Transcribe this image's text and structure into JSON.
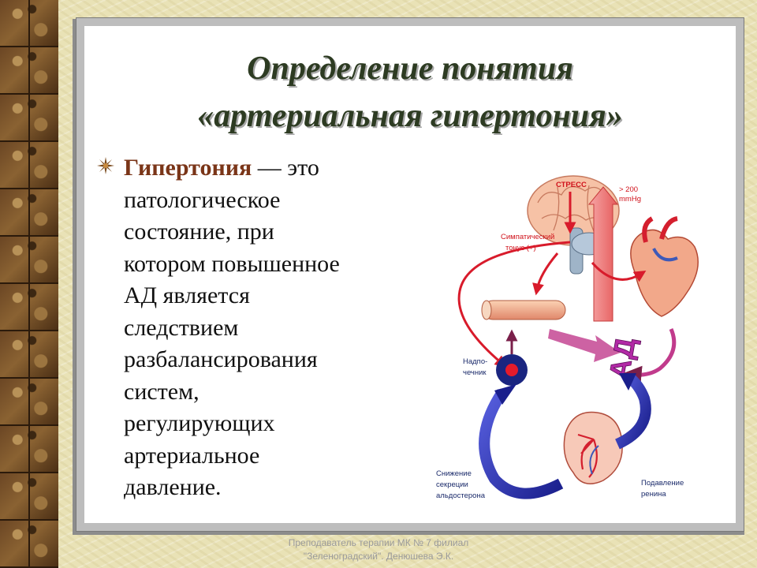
{
  "slide": {
    "title_line1": "Определение понятия",
    "title_line2": "«артериальная гипертония»",
    "body": {
      "term": "Гипертония",
      "after_term": " — это",
      "lines": [
        "патологическое",
        "состояние, при",
        "котором повышенное",
        "АД  является",
        "следствием",
        "разбалансирования",
        "систем,",
        "регулирующих",
        "артериальное",
        "давление."
      ]
    }
  },
  "diagram": {
    "stress": "СТРЕСС",
    "pressure_value": "> 200",
    "pressure_unit": "mmHg",
    "sympathetic_line1": "Симпатический",
    "sympathetic_line2": "тонус  (+)",
    "adrenal_line1": "Надпо-",
    "adrenal_line2": "чечник",
    "ad_label": "АД",
    "aldosterone_line1": "Снижение",
    "aldosterone_line2": "секреции",
    "aldosterone_line3": "альдостерона",
    "renin_line1": "Подавление",
    "renin_line2": "ренина"
  },
  "footer": {
    "line1": "Преподаватель терапии МК № 7 филиал",
    "line2": "\"Зеленоградский\". Денюшева Э.К."
  }
}
